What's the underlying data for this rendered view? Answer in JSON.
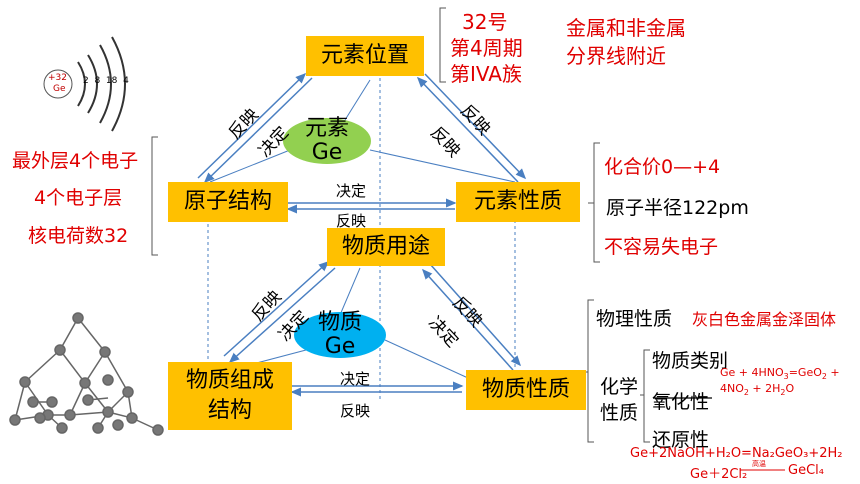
{
  "nodes": {
    "position": "元素位置",
    "structure": "原子结构",
    "property": "元素性质",
    "use": "物质用途",
    "composition": "物质组成\n结构",
    "substance_property": "物质性质"
  },
  "ellipses": {
    "element": [
      "元素",
      "Ge"
    ],
    "substance": [
      "物质",
      "Ge"
    ]
  },
  "relations": {
    "reflect": "反映",
    "determine": "决定"
  },
  "atom_model": {
    "nucleus": "+32",
    "symbol": "Ge",
    "shells": "2  8  18  4"
  },
  "position_info": [
    "32号",
    "第4周期",
    "第IVA族"
  ],
  "boundary_note": [
    "金属和非金属",
    "分界线附近"
  ],
  "structure_info": [
    "最外层4个电子",
    "4个电子层",
    "核电荷数32"
  ],
  "element_property_info": {
    "valence": "化合价0—+4",
    "radius": "原子半径122pm",
    "electron": "不容易失电子"
  },
  "physical": {
    "label": "物理性质",
    "value": "灰白色金属金泽固体"
  },
  "chemical": {
    "label": [
      "化学",
      "性质"
    ],
    "category": "物质类别",
    "oxidation": "氧化性",
    "reduction": "还原性",
    "eq_hno3_a": "Ge + 4HNO",
    "eq_hno3_b": "=GeO",
    "eq_hno3_c": " +",
    "eq_hno3_d": "4NO",
    "eq_hno3_e": " + 2H",
    "eq_hno3_f": "O",
    "eq_naoh": "Ge+2NaOH+H₂O=Na₂GeO₃+2H₂",
    "eq_cl2": "Ge＋2Cl₂",
    "eq_cl2_cond": "高温",
    "eq_cl2_prod": "GeCl₄"
  },
  "colors": {
    "box": "#ffc000",
    "ellipse_green": "#92d050",
    "ellipse_blue": "#00b0f0",
    "arrow": "#4a7fc1",
    "red": "#e00000"
  }
}
